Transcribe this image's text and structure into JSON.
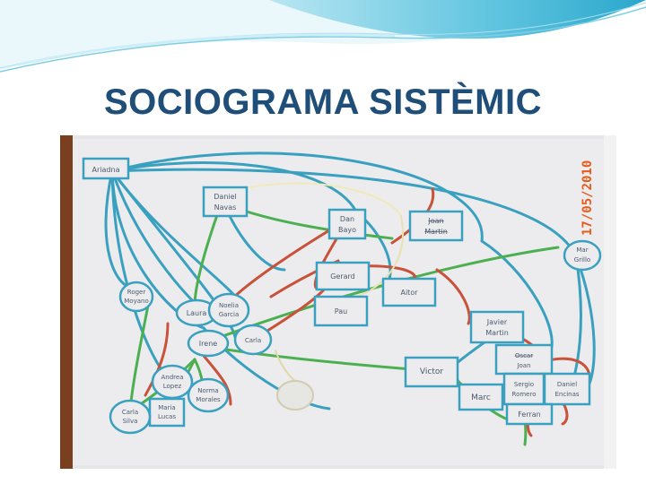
{
  "slide": {
    "title": "SOCIOGRAMA SISTÈMIC"
  },
  "photo": {
    "date_stamp": "17/05/2010",
    "node_labels": {
      "ariadna": "Ariadna",
      "daniel_navas": [
        "Daniel",
        "Navas"
      ],
      "dan_bayo": [
        "Dan",
        "Bayo"
      ],
      "joan_martin": [
        "Joan",
        "Martin"
      ],
      "mar_grillo": [
        "Mar",
        "Grillo"
      ],
      "gerard": "Gerard",
      "aitor": "Aitor",
      "pau": "Pau",
      "roger_moyano": [
        "Roger",
        "Moyano"
      ],
      "laura": "Laura",
      "noelia_garcia": [
        "Noelia",
        "Garcia"
      ],
      "carla": "Carla",
      "irene": "Irene",
      "javier_martin": [
        "Javier",
        "Martin"
      ],
      "victor": "Victor",
      "oscar_joan": [
        "Oscar",
        "Joan"
      ],
      "sergio_romero": [
        "Sergio",
        "Romero"
      ],
      "daniel_encinas": [
        "Daniel",
        "Encinas"
      ],
      "marc": "Marc",
      "ferran": "Ferran",
      "andrea_lopez": [
        "Andrea",
        "Lopez"
      ],
      "norma_morales": [
        "Norma",
        "Morales"
      ],
      "maria_lucas": [
        "Maria",
        "Lucas"
      ],
      "carla_silva": [
        "Carla",
        "Silva"
      ]
    },
    "colors": {
      "blue": "#3aa0bf",
      "red": "#c8523a",
      "green": "#4caf50",
      "ink": "#4a5a6e",
      "stamp": "#e65c1a"
    }
  }
}
